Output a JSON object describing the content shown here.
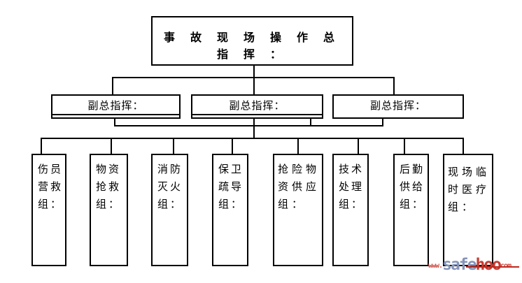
{
  "diagram": {
    "title": "事 故 现 场 操 作 总 指 挥 ：",
    "deputies": [
      {
        "label": "副总指挥："
      },
      {
        "label": "副总指挥："
      },
      {
        "label": "副总指挥："
      }
    ],
    "groups": [
      {
        "name": "伤员营救组：",
        "lines": [
          "伤员",
          "营救",
          "组："
        ]
      },
      {
        "name": "物资抢救组：",
        "lines": [
          "物资",
          "抢救",
          "组："
        ]
      },
      {
        "name": "消防灭火组：",
        "lines": [
          "消防",
          "灭火",
          "组："
        ]
      },
      {
        "name": "保卫疏导组：",
        "lines": [
          "保卫",
          "疏导",
          "组："
        ]
      },
      {
        "name": "抢险物资供应组：",
        "lines": [
          "抢险物",
          "资供应",
          "组："
        ]
      },
      {
        "name": "技术处理组：",
        "lines": [
          "技术",
          "处理",
          "组："
        ]
      },
      {
        "name": "后勤供给组：",
        "lines": [
          "后勤",
          "供给",
          "组："
        ]
      },
      {
        "name": "现场临时医疗组：",
        "lines": [
          "现场临",
          "时医疗",
          "组："
        ]
      }
    ]
  },
  "watermark": {
    "prefix": "www.",
    "word1": "safe",
    "word2": "hoo",
    "suffix": "com",
    "colors": {
      "word1": "#8594b9",
      "word2": "#c63d33",
      "small": "#cd4b43",
      "strike": "#bf271d"
    }
  }
}
